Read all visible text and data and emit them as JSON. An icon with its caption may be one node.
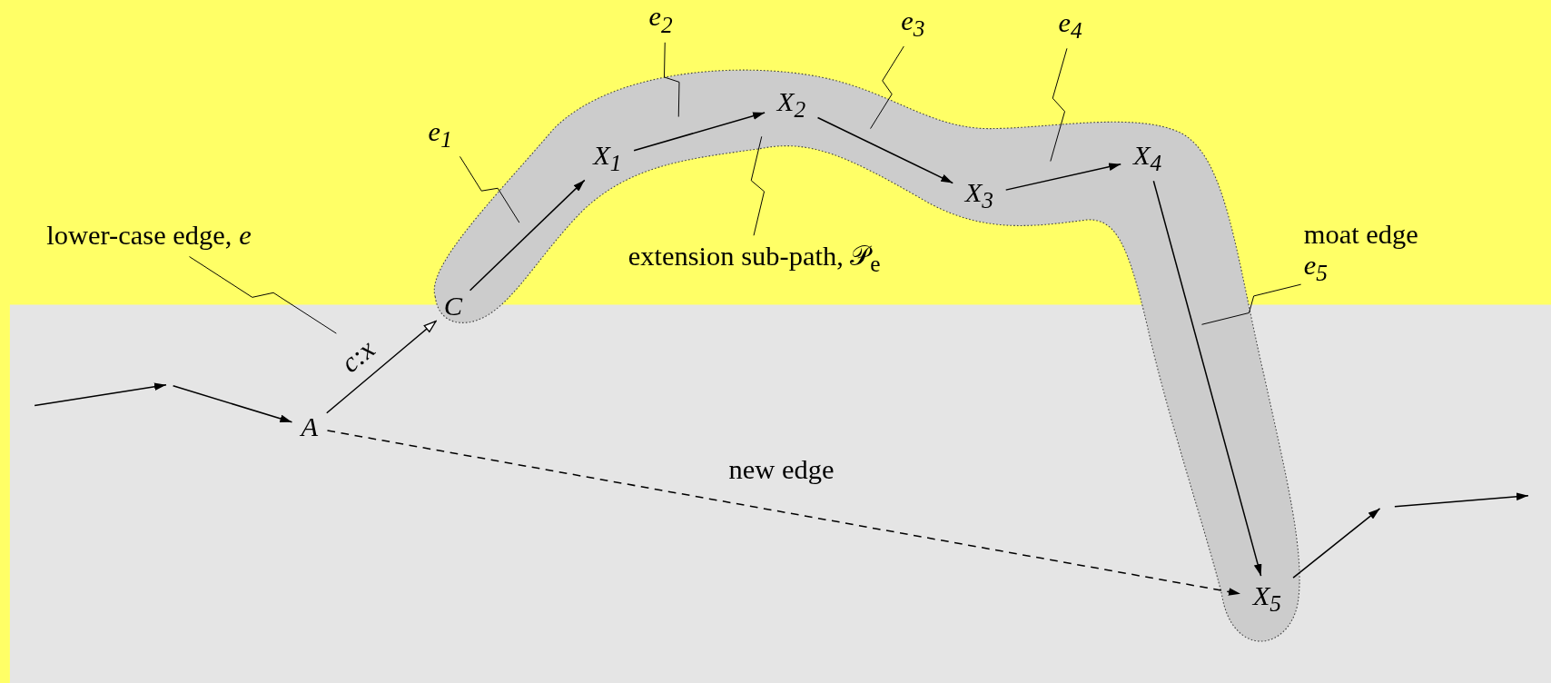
{
  "diagram": {
    "nodes": [
      {
        "text": [
          "lower-case edge, *e*"
        ]
      },
      {
        "text": [
          "A"
        ]
      },
      {
        "text": [
          "e$_{1}$"
        ]
      },
      {
        "text": [
          "e$_{2}$"
        ]
      },
      {
        "text": [
          "e$_{3}$"
        ]
      },
      {
        "text": [
          "e$_{4}$"
        ]
      },
      {
        "text": [],
        "shape": "band"
      },
      {
        "text": [
          "C"
        ],
        "in": 6
      },
      {
        "text": [
          "X$_{1}$"
        ],
        "in": 6
      },
      {
        "text": [
          "X$_{2}$"
        ],
        "in": 6
      },
      {
        "text": [
          "X$_{3}$"
        ],
        "in": 6
      },
      {
        "text": [
          "X$_{4}$"
        ],
        "in": 6
      },
      {
        "text": [
          "X$_{5}$"
        ],
        "in": 6
      },
      {
        "text": [
          "extension sub-path, 𝒫$_{e}$"
        ]
      },
      {
        "text": [
          "moat edge",
          "e$_{5}$"
        ]
      }
    ],
    "edges": [
      {
        "from": null,
        "to": 1,
        "arrow": "to"
      },
      {
        "from": 1,
        "to": 7,
        "arrow": "to",
        "label": "c:x"
      },
      {
        "from": 7,
        "to": 8,
        "arrow": "to"
      },
      {
        "from": 8,
        "to": 9,
        "arrow": "to"
      },
      {
        "from": 9,
        "to": 10,
        "arrow": "to"
      },
      {
        "from": 10,
        "to": 11,
        "arrow": "to"
      },
      {
        "from": 11,
        "to": 12,
        "arrow": "to"
      },
      {
        "from": 1,
        "to": 12,
        "arrow": "to",
        "label": "new edge",
        "style": "dashed"
      },
      {
        "from": 12,
        "to": null,
        "arrow": "to"
      },
      {
        "from": 0,
        "to": null,
        "arrow": "none"
      },
      {
        "from": 2,
        "to": null,
        "arrow": "none"
      },
      {
        "from": 3,
        "to": null,
        "arrow": "none"
      },
      {
        "from": 4,
        "to": null,
        "arrow": "none"
      },
      {
        "from": 5,
        "to": null,
        "arrow": "none"
      },
      {
        "from": 13,
        "to": 6,
        "arrow": "none"
      },
      {
        "from": 14,
        "to": null,
        "arrow": "none"
      }
    ]
  }
}
